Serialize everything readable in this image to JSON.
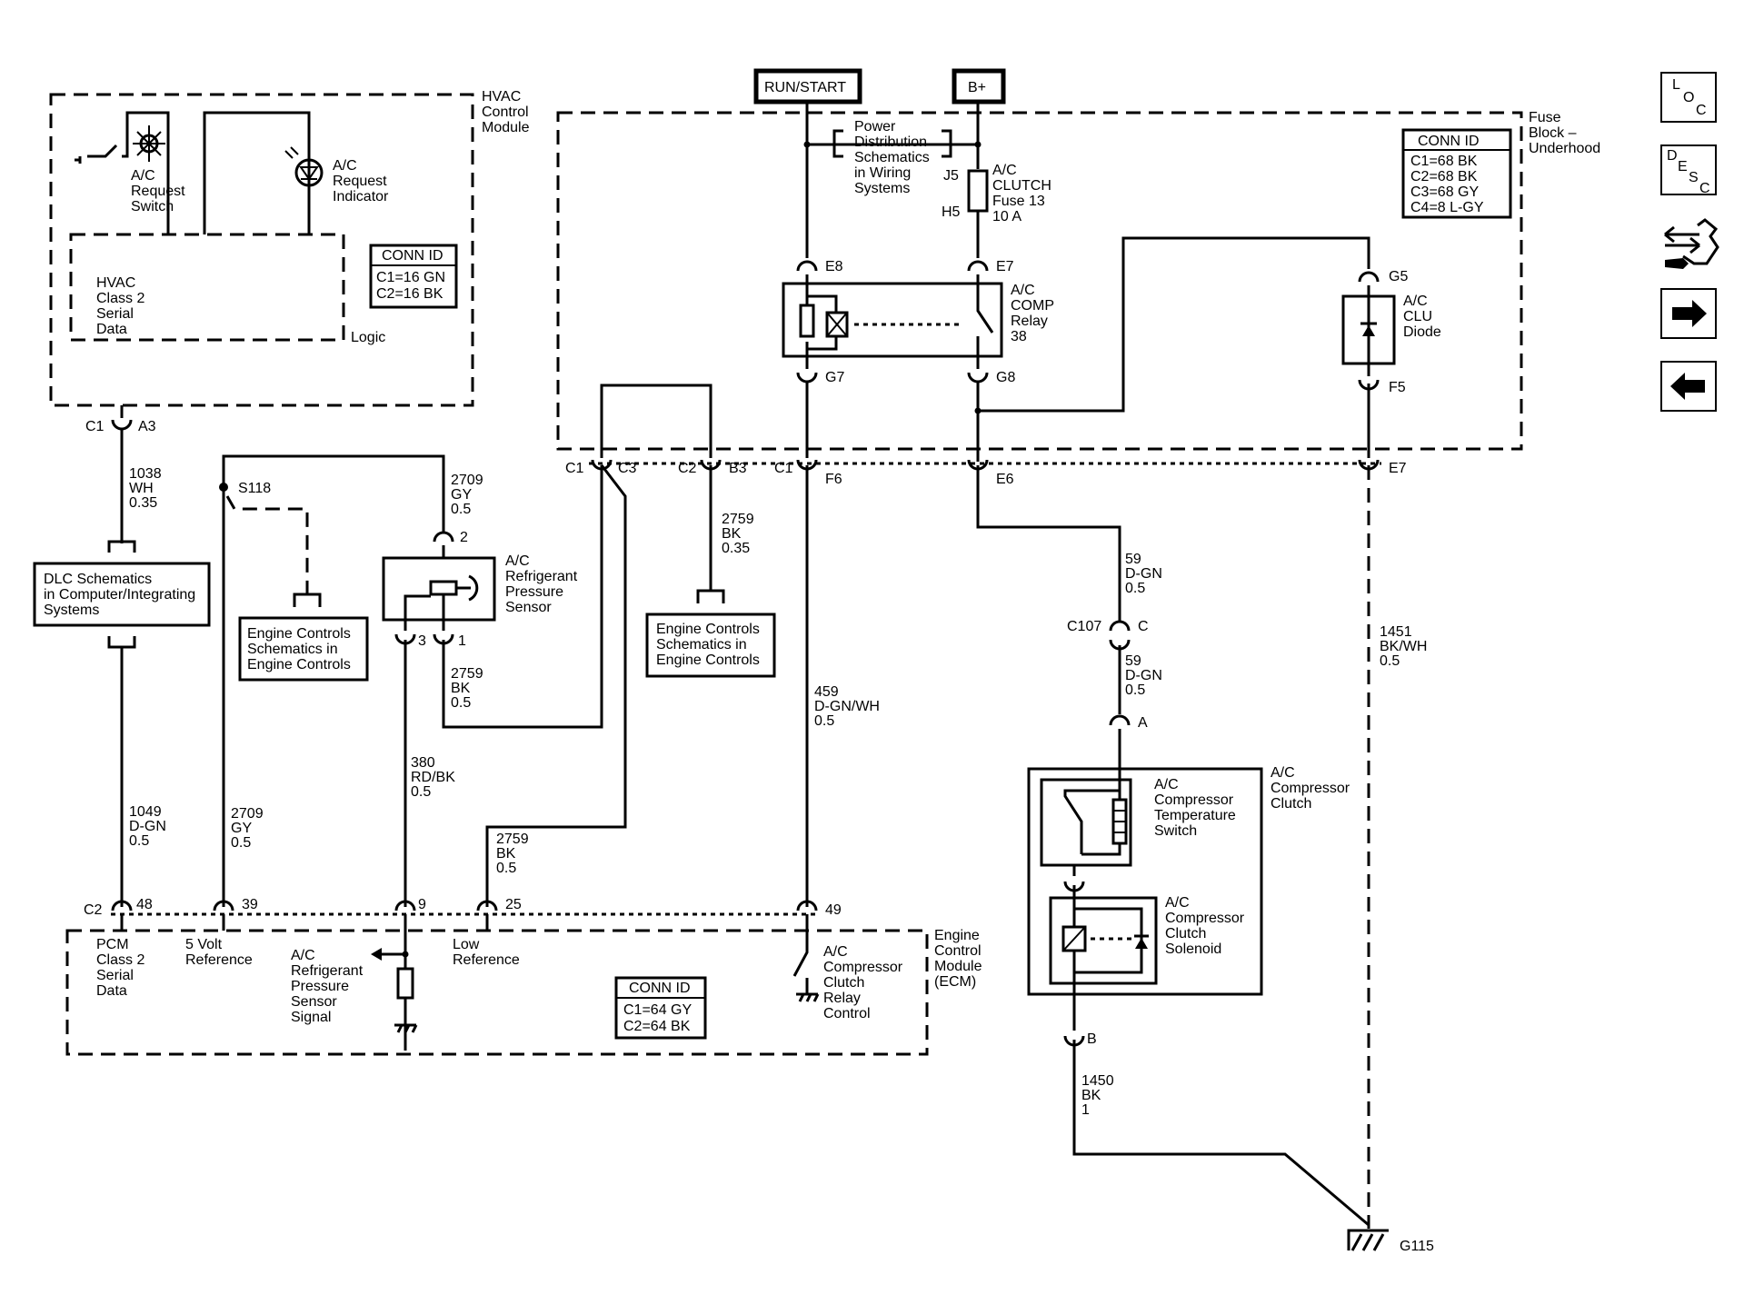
{
  "power": {
    "run_start": "RUN/START",
    "b_plus": "B+"
  },
  "modules": {
    "hvac": [
      "HVAC",
      "Control",
      "Module"
    ],
    "fuse_block": [
      "Fuse",
      "Block –",
      "Underhood"
    ],
    "ecm": [
      "Engine",
      "Control",
      "Module",
      "(ECM)"
    ],
    "logic": "Logic"
  },
  "conn_id": {
    "title": "CONN ID",
    "hvac": [
      "C1=16 GN",
      "C2=16 BK"
    ],
    "fuse": [
      "C1=68 BK",
      "C2=68 BK",
      "C3=68 GY",
      "C4=8 L-GY"
    ],
    "ecm": [
      "C1=64 GY",
      "C2=64 BK"
    ]
  },
  "components": {
    "ac_request_switch": [
      "A/C",
      "Request",
      "Switch"
    ],
    "ac_request_indicator": [
      "A/C",
      "Request",
      "Indicator"
    ],
    "hvac_serial": [
      "HVAC",
      "Class 2",
      "Serial",
      "Data"
    ],
    "power_distribution": [
      "Power",
      "Distribution",
      "Schematics",
      "in Wiring",
      "Systems"
    ],
    "fuse": [
      "A/C",
      "CLUTCH",
      "Fuse 13",
      "10 A"
    ],
    "relay": [
      "A/C",
      "COMP",
      "Relay",
      "38"
    ],
    "diode": [
      "A/C",
      "CLU",
      "Diode"
    ],
    "pressure_sensor": [
      "A/C",
      "Refrigerant",
      "Pressure",
      "Sensor"
    ],
    "dlc": [
      "DLC Schematics",
      "in Computer/Integrating",
      "Systems"
    ],
    "engine_controls_1": [
      "Engine Controls",
      "Schematics in",
      "Engine Controls"
    ],
    "engine_controls_2": [
      "Engine Controls",
      "Schematics in",
      "Engine Controls"
    ],
    "compressor_clutch": [
      "A/C",
      "Compressor",
      "Clutch"
    ],
    "temp_switch": [
      "A/C",
      "Compressor",
      "Temperature",
      "Switch"
    ],
    "clutch_solenoid": [
      "A/C",
      "Compressor",
      "Clutch",
      "Solenoid"
    ],
    "pcm_serial": [
      "PCM",
      "Class 2",
      "Serial",
      "Data"
    ],
    "five_volt": [
      "5 Volt",
      "Reference"
    ],
    "sensor_signal": [
      "A/C",
      "Refrigerant",
      "Pressure",
      "Sensor",
      "Signal"
    ],
    "low_reference": [
      "Low",
      "Reference"
    ],
    "relay_control": [
      "A/C",
      "Compressor",
      "Clutch",
      "Relay",
      "Control"
    ],
    "splice": "S118",
    "ground": "G115"
  },
  "connectors": {
    "hvac_c1": "C1",
    "hvac_a3": "A3",
    "fuse_j5": "J5",
    "fuse_h5": "H5",
    "e8": "E8",
    "e7_top": "E7",
    "g5": "G5",
    "g7": "G7",
    "g8": "G8",
    "f5": "F5",
    "c1_left": "C1",
    "c3": "C3",
    "c2": "C2",
    "b3": "B3",
    "c1_mid": "C1",
    "f6": "F6",
    "e6": "E6",
    "e7_bottom": "E7",
    "sensor_2": "2",
    "sensor_3": "3",
    "sensor_1": "1",
    "c107": "C107",
    "c107_pin": "C",
    "pin_a": "A",
    "pin_b": "B",
    "ecm_c2": "C2",
    "p48": "48",
    "p39": "39",
    "p9": "9",
    "p25": "25",
    "p49": "49"
  },
  "wires": {
    "w1038": [
      "1038",
      "WH",
      "0.35"
    ],
    "w2709_top": [
      "2709",
      "GY",
      "0.5"
    ],
    "w2759_b3": [
      "2759",
      "BK",
      "0.35"
    ],
    "w2759_sensor": [
      "2759",
      "BK",
      "0.5"
    ],
    "w380": [
      "380",
      "RD/BK",
      "0.5"
    ],
    "w2759_low": [
      "2759",
      "BK",
      "0.5"
    ],
    "w1049": [
      "1049",
      "D-GN",
      "0.5"
    ],
    "w2709_ecm": [
      "2709",
      "GY",
      "0.5"
    ],
    "w459": [
      "459",
      "D-GN/WH",
      "0.5"
    ],
    "w59_top": [
      "59",
      "D-GN",
      "0.5"
    ],
    "w59_bottom": [
      "59",
      "D-GN",
      "0.5"
    ],
    "w1451": [
      "1451",
      "BK/WH",
      "0.5"
    ],
    "w1450": [
      "1450",
      "BK",
      "1"
    ]
  },
  "nav": {
    "loc": [
      "L",
      "O",
      "C"
    ],
    "desc": [
      "D",
      "E",
      "S",
      "C"
    ]
  }
}
